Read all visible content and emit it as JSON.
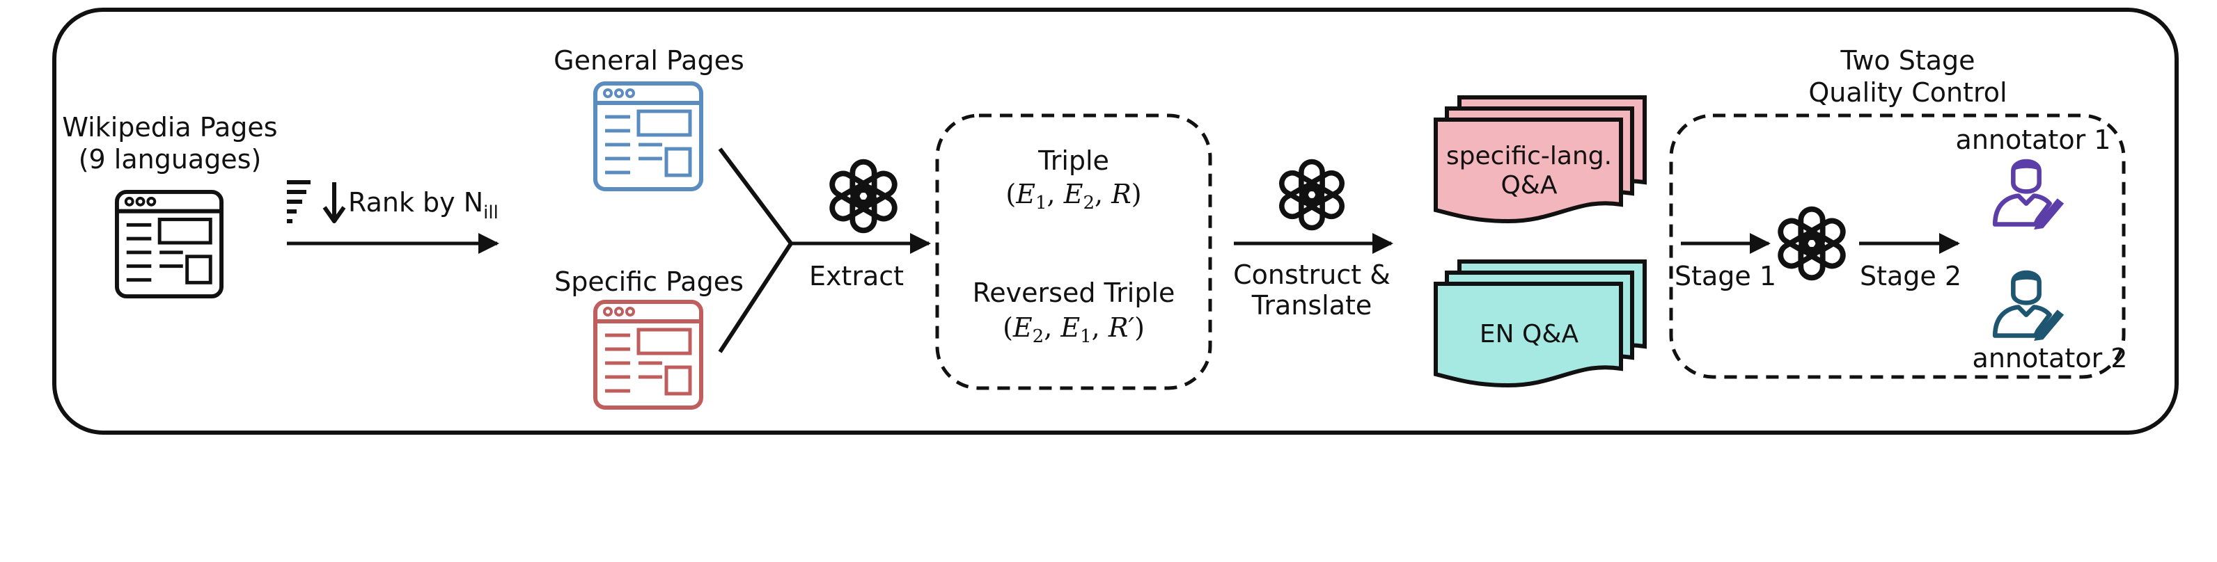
{
  "colors": {
    "outline": "#111111",
    "general_page": "#5b8cbf",
    "specific_page": "#c05e5e",
    "specific_qa_fill": "#f4b6bd",
    "en_qa_fill": "#a6e8e2",
    "annotator1": "#5b3ea8",
    "annotator2": "#1e5570"
  },
  "source": {
    "line1": "Wikipedia Pages",
    "line2": "(9 languages)",
    "icon": "browser-page-icon"
  },
  "rank": {
    "label": "Rank by N",
    "subscript": "ill",
    "icon": "sort-descending-icon"
  },
  "pages": {
    "general_label": "General Pages",
    "specific_label": "Specific Pages",
    "icon": "browser-page-icon"
  },
  "extract": {
    "label": "Extract",
    "icon": "openai-logo-icon"
  },
  "triples": {
    "triple_title": "Triple",
    "triple_expr": {
      "open": "(",
      "e1": "E",
      "s1": "1",
      "sep1": ", ",
      "e2": "E",
      "s2": "2",
      "sep2": ", ",
      "r": "R",
      "close": ")"
    },
    "reversed_title": "Reversed Triple",
    "reversed_expr": {
      "open": "(",
      "e2": "E",
      "s2": "2",
      "sep1": ", ",
      "e1": "E",
      "s1": "1",
      "sep2": ", ",
      "r": "R′",
      "close": ")"
    }
  },
  "construct": {
    "line1": "Construct &",
    "line2": "Translate",
    "icon": "openai-logo-icon"
  },
  "qa": {
    "specific_line1": "specific-lang.",
    "specific_line2": "Q&A",
    "en": "EN Q&A"
  },
  "quality": {
    "title_line1": "Two Stage",
    "title_line2": "Quality Control",
    "stage1": "Stage 1",
    "stage2": "Stage 2",
    "annotator1": "annotator 1",
    "annotator2": "annotator 2",
    "icon": "openai-logo-icon"
  }
}
